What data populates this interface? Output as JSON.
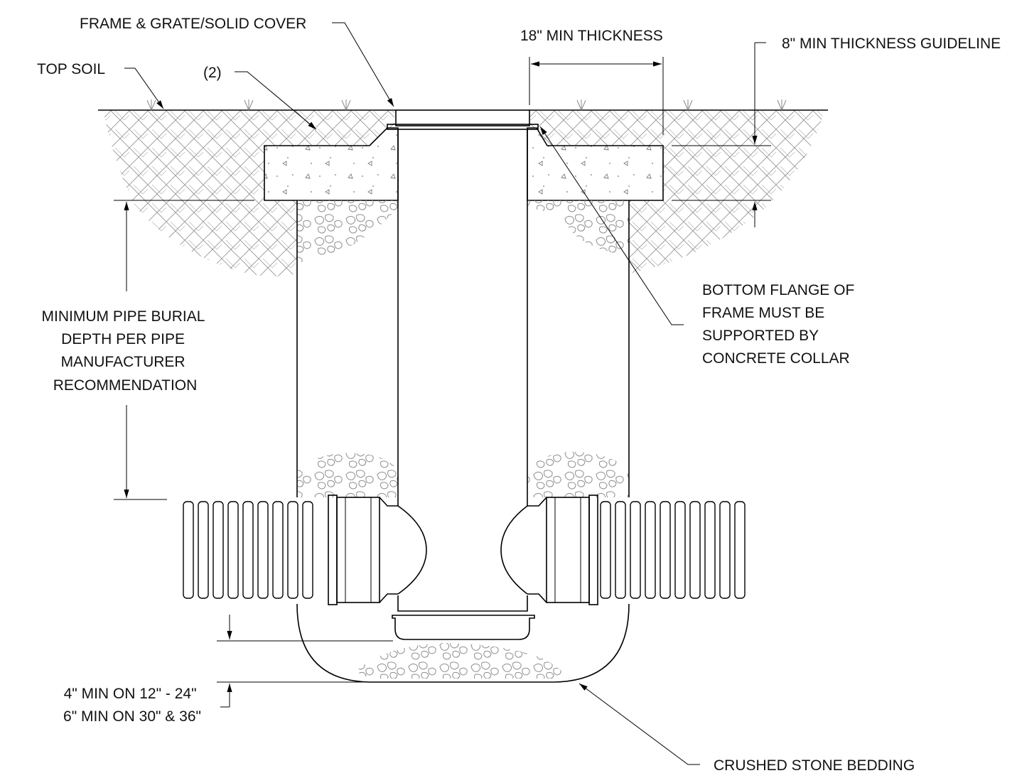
{
  "labels": {
    "frame_grate": "FRAME & GRATE/SOLID COVER",
    "top_soil": "TOP SOIL",
    "note_2": "(2)",
    "min_thickness_18": "18\" MIN THICKNESS",
    "min_thickness_8": "8\" MIN THICKNESS GUIDELINE",
    "burial_depth": [
      "MINIMUM PIPE BURIAL",
      "DEPTH PER PIPE",
      "MANUFACTURER",
      "RECOMMENDATION"
    ],
    "bottom_flange": [
      "BOTTOM FLANGE OF",
      "FRAME MUST BE",
      "SUPPORTED BY",
      "CONCRETE COLLAR"
    ],
    "bedding_depth": [
      "4\" MIN ON 12\" - 24\"",
      "6\" MIN ON 30\" & 36\""
    ],
    "crushed_stone": "CRUSHED STONE BEDDING"
  },
  "colors": {
    "line": "#000000",
    "hatch": "#9a9a9a",
    "stone": "#8c8c8c",
    "background": "#ffffff"
  }
}
